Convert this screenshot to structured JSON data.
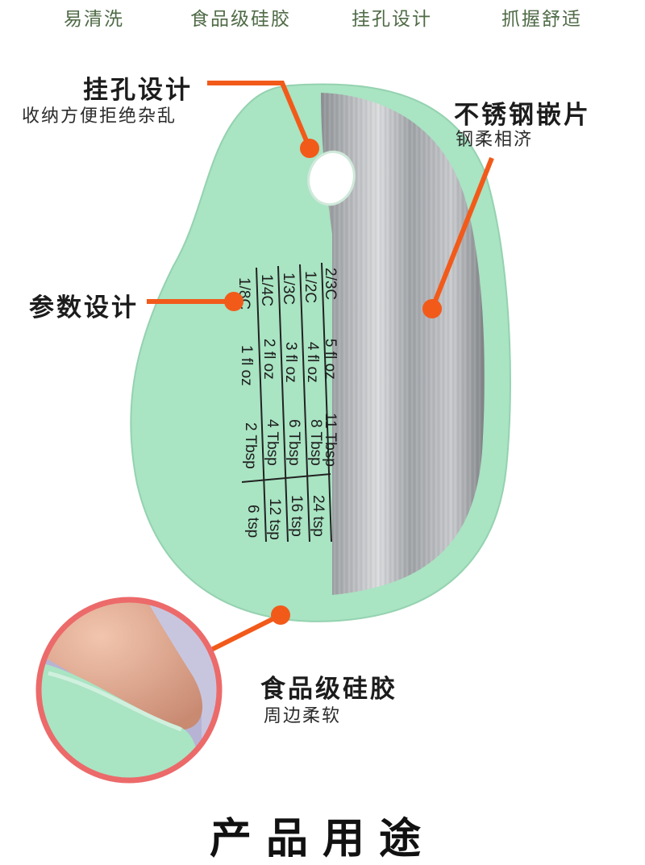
{
  "top_features": [
    "易清洗",
    "食品级硅胶",
    "挂孔设计",
    "抓握舒适"
  ],
  "callouts": {
    "hanging_hole": {
      "title": "挂孔设计",
      "subtitle": "收纳方便拒绝杂乱"
    },
    "stainless_steel": {
      "title": "不锈钢嵌片",
      "subtitle": "钢柔相济"
    },
    "parameters": {
      "title": "参数设计"
    },
    "food_grade_silicone": {
      "title": "食品级硅胶",
      "subtitle": "周边柔软"
    }
  },
  "measurement_scale": {
    "columns": [
      {
        "cup": "1/8C",
        "floz": "1 fl oz",
        "tbsp": "2 Tbsp",
        "tsp": "6 tsp"
      },
      {
        "cup": "1/4C",
        "floz": "2 fl oz",
        "tbsp": "4 Tbsp",
        "tsp": "12 tsp"
      },
      {
        "cup": "1/3C",
        "floz": "3 fl oz",
        "tbsp": "6 Tbsp",
        "tsp": "16 tsp"
      },
      {
        "cup": "1/2C",
        "floz": "4 fl oz",
        "tbsp": "8 Tbsp",
        "tsp": "24 tsp"
      },
      {
        "cup": "2/3C",
        "floz": "5 fl oz",
        "tbsp": "11 Tbsp",
        "tsp": ""
      }
    ]
  },
  "bottom_title": "产品用途",
  "colors": {
    "silicone": "#a9e4c3",
    "accent_orange": "#f25a1a",
    "feature_text": "#4f6b46",
    "zoom_ring": "#ec6a6a"
  }
}
